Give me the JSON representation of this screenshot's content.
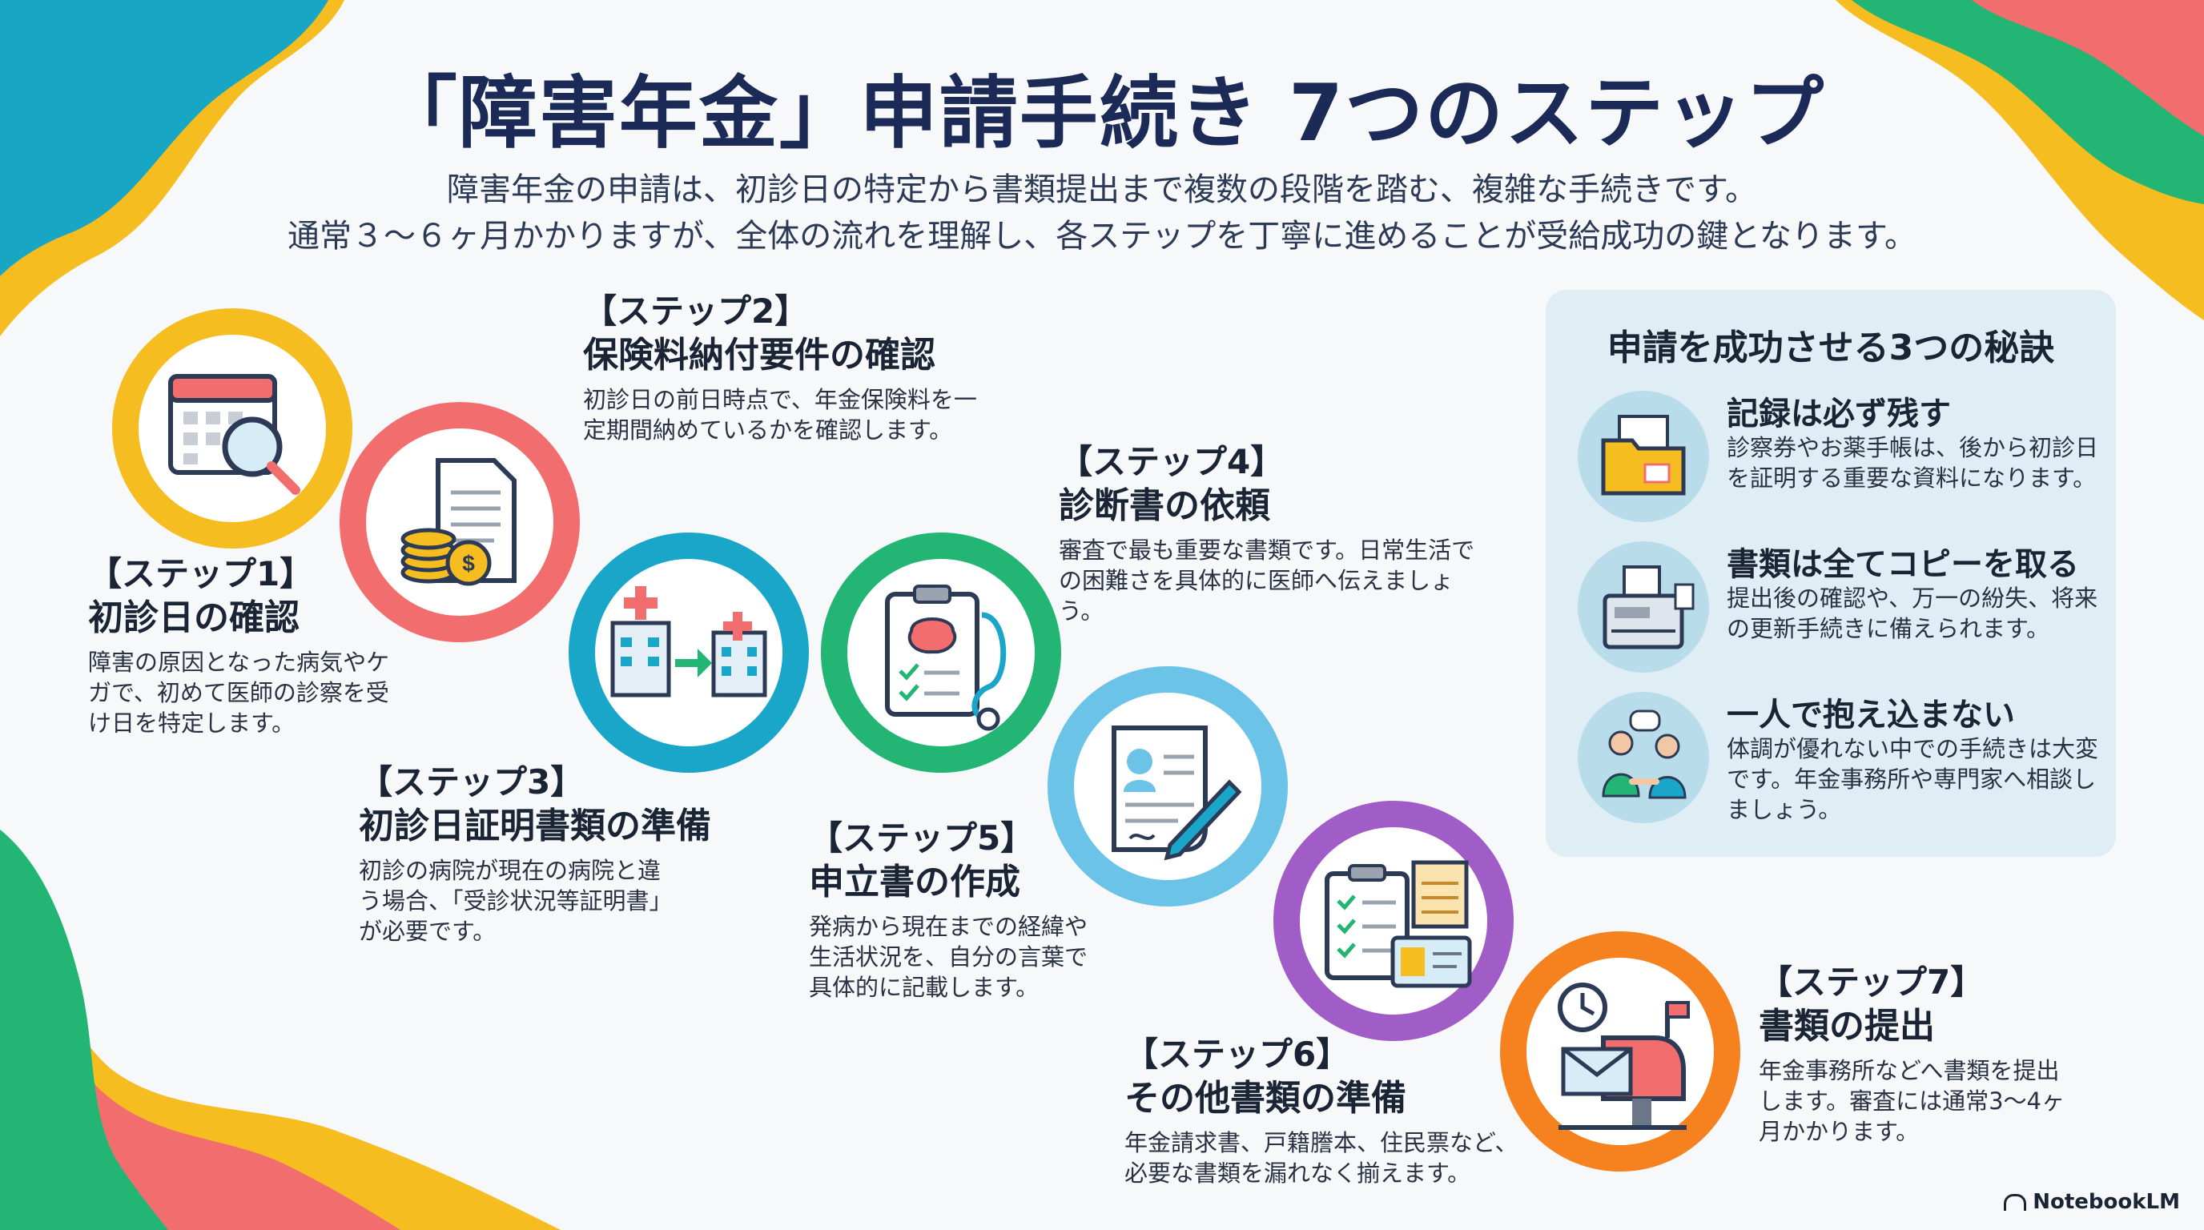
{
  "header": {
    "title": "「障害年金」申請手続き 7つのステップ",
    "subtitle_line1": "障害年金の申請は、初診日の特定から書類提出まで複数の段階を踏む、複雑な手続きです。",
    "subtitle_line2": "通常３～６ヶ月かかりますが、全体の流れを理解し、各ステップを丁寧に進めることが受給成功の鍵となります。"
  },
  "steps": [
    {
      "label": "【ステップ1】",
      "title": "初診日の確認",
      "desc": "障害の原因となった病気やケガで、初めて医師の診察を受け日を特定します。",
      "color": "#f5bd1f",
      "icon": "calendar-search-icon"
    },
    {
      "label": "【ステップ2】",
      "title": "保険料納付要件の確認",
      "desc": "初診日の前日時点で、年金保険料を一定期間納めているかを確認します。",
      "color": "#f26d6d",
      "icon": "document-coins-icon"
    },
    {
      "label": "【ステップ3】",
      "title": "初診日証明書類の準備",
      "desc": "初診の病院が現在の病院と違う場合、「受診状況等証明書」が必要です。",
      "color": "#1aa6c9",
      "icon": "hospital-transfer-icon"
    },
    {
      "label": "【ステップ4】",
      "title": "診断書の依頼",
      "desc": "審査で最も重要な書類です。日常生活での困難さを具体的に医師へ伝えましょう。",
      "color": "#22b573",
      "icon": "clipboard-stethoscope-icon"
    },
    {
      "label": "【ステップ5】",
      "title": "申立書の作成",
      "desc": "発病から現在までの経緯や生活状況を、自分の言葉で具体的に記載します。",
      "color": "#6cc3e8",
      "icon": "document-pen-icon"
    },
    {
      "label": "【ステップ6】",
      "title": "その他書類の準備",
      "desc": "年金請求書、戸籍謄本、住民票など、必要な書類を漏れなく揃えます。",
      "color": "#a05cc7",
      "icon": "forms-checklist-icon"
    },
    {
      "label": "【ステップ7】",
      "title": "書類の提出",
      "desc": "年金事務所などへ書類を提出します。審査には通常3～4ヶ月かかります。",
      "color": "#f5821f",
      "icon": "mailbox-icon"
    }
  ],
  "tips": {
    "title": "申請を成功させる3つの秘訣",
    "items": [
      {
        "head": "記録は必ず残す",
        "text": "診察券やお薬手帳は、後から初診日を証明する重要な資料になります。",
        "icon": "folder-icon"
      },
      {
        "head": "書類は全てコピーを取る",
        "text": "提出後の確認や、万一の紛失、将来の更新手続きに備えられます。",
        "icon": "copier-icon"
      },
      {
        "head": "一人で抱え込まない",
        "text": "体調が優れない中での手続きは大変です。年金事務所や専門家へ相談しましょう。",
        "icon": "consultation-icon"
      }
    ]
  },
  "footer": {
    "brand": "NotebookLM"
  },
  "colors": {
    "title": "#1b2a57",
    "panel_bg": "#dfeef4",
    "text": "#1b2435"
  }
}
